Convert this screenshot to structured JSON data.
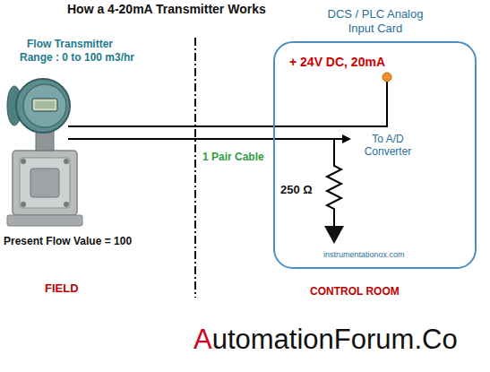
{
  "diagram": {
    "title": "How a 4-20mA Transmitter Works",
    "nodes": [
      {
        "text": [
          "DCS / PLC Analog Input Card",
          "+ 24V DC, 20mA",
          "To A/D Converter",
          "250 Ω",
          "instrumentationox.com"
        ]
      }
    ],
    "labels": [
      "Flow Transmitter",
      "Range : 0 to 100 m3/hr",
      "Present Flow Value = 100",
      "FIELD",
      "1 Pair Cable",
      "CONTROL ROOM",
      "AutomationForum.Co"
    ]
  }
}
